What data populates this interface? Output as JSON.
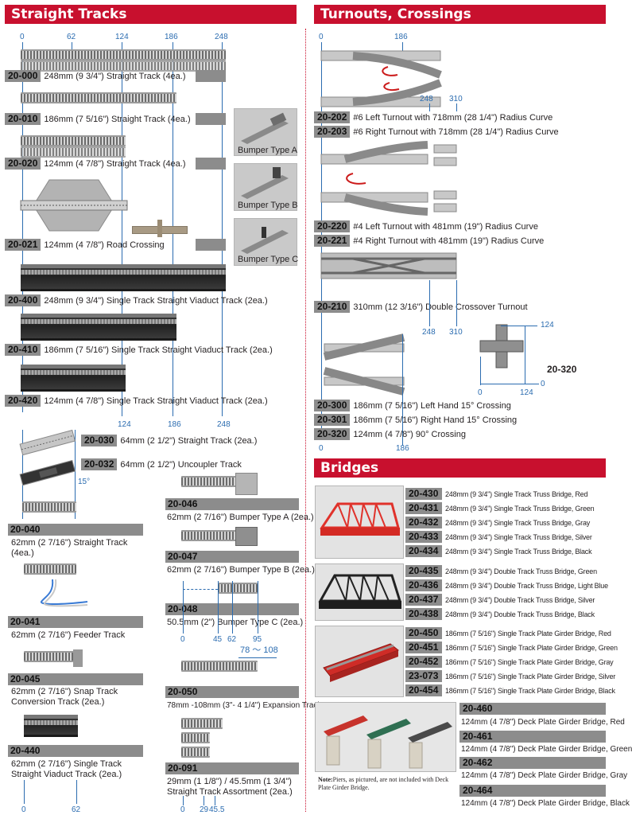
{
  "straight": {
    "header": "Straight Tracks",
    "scale_top": [
      "0",
      "62",
      "124",
      "186",
      "248"
    ],
    "scale_mid": [
      "124",
      "186",
      "248"
    ],
    "scale_bottom": [
      "0",
      "62"
    ],
    "items": {
      "i20000": {
        "code": "20-000",
        "desc": "248mm (9 3/4\") Straight Track (4ea.)"
      },
      "i20010": {
        "code": "20-010",
        "desc": "186mm (7 5/16\") Straight Track (4ea.)"
      },
      "i20020": {
        "code": "20-020",
        "desc": "124mm (4 7/8\") Straight Track (4ea.)"
      },
      "i20021": {
        "code": "20-021",
        "desc": "124mm (4 7/8\") Road Crossing"
      },
      "i20400": {
        "code": "20-400",
        "desc": "248mm (9 3/4\") Single Track Straight Viaduct Track (2ea.)"
      },
      "i20410": {
        "code": "20-410",
        "desc": "186mm (7 5/16\") Single Track Straight Viaduct Track (2ea.)"
      },
      "i20420": {
        "code": "20-420",
        "desc": "124mm (4 7/8\") Single Track Straight Viaduct Track (2ea.)"
      },
      "i20030": {
        "code": "20-030",
        "desc": "64mm (2 1/2\") Straight Track (2ea.)"
      },
      "i20032": {
        "code": "20-032",
        "desc": "64mm (2 1/2\") Uncoupler Track"
      },
      "angle": "15°",
      "i20040": {
        "code": "20-040",
        "desc1": "62mm (2 7/16\") Straight Track",
        "desc2": "(4ea.)"
      },
      "i20041": {
        "code": "20-041",
        "desc": "62mm (2 7/16\") Feeder Track"
      },
      "i20045": {
        "code": "20-045",
        "desc1": "62mm (2 7/16\") Snap Track",
        "desc2": "Conversion Track (2ea.)"
      },
      "i20440": {
        "code": "20-440",
        "desc1": "62mm (2 7/16\") Single Track",
        "desc2": "Straight Viaduct Track (2ea.)"
      },
      "i20046": {
        "code": "20-046",
        "desc": "62mm (2 7/16\") Bumper Type A (2ea.)"
      },
      "i20047": {
        "code": "20-047",
        "desc": "62mm (2 7/16\") Bumper Type B (2ea.)"
      },
      "i20048": {
        "code": "20-048",
        "desc": "50.5mm (2\") Bumper Type C (2ea.)"
      },
      "scale_20048": [
        "0",
        "45",
        "62",
        "95"
      ],
      "i20050": {
        "code": "20-050",
        "desc": "78mm -108mm (3\"- 4 1/4\") Expansion Track"
      },
      "range_20050": "78 〜 108",
      "i20091": {
        "code": "20-091",
        "desc1": "29mm (1 1/8\") / 45.5mm (1 3/4\")",
        "desc2": "Straight Track Assortment (2ea.)"
      },
      "scale_20091": [
        "0",
        "29",
        "45.5"
      ]
    },
    "bumpers": [
      "Bumper Type A",
      "Bumper Type B",
      "Bumper Type C"
    ]
  },
  "turnouts": {
    "header": "Turnouts, Crossings",
    "scale_a": [
      "0",
      "186"
    ],
    "scale_b": [
      "248",
      "310"
    ],
    "scale_c": [
      "248",
      "310"
    ],
    "scale_d": [
      "0",
      "186"
    ],
    "i20202": {
      "code": "20-202",
      "desc": "#6 Left Turnout with 718mm (28 1/4\") Radius Curve"
    },
    "i20203": {
      "code": "20-203",
      "desc": "#6 Right Turnout with 718mm (28 1/4\") Radius Curve"
    },
    "i20220": {
      "code": "20-220",
      "desc": "#4 Left Turnout with 481mm (19\") Radius Curve"
    },
    "i20221": {
      "code": "20-221",
      "desc": "#4 Right Turnout with 481mm (19\") Radius Curve"
    },
    "i20210": {
      "code": "20-210",
      "desc": "310mm (12 3/16\") Double Crossover Turnout"
    },
    "i20300": {
      "code": "20-300",
      "desc": "186mm (7 5/16\") Left Hand 15° Crossing"
    },
    "i20301": {
      "code": "20-301",
      "desc": "186mm (7 5/16\") Right Hand 15° Crossing"
    },
    "i20320": {
      "code": "20-320",
      "desc": "124mm (4 7/8\") 90° Crossing"
    },
    "cross90_label": "20-320",
    "cross90_scale": [
      "124",
      "0",
      "0",
      "124"
    ]
  },
  "bridges": {
    "header": "Bridges",
    "truss_single": [
      {
        "code": "20-430",
        "desc": "248mm (9 3/4\") Single Track Truss Bridge, Red"
      },
      {
        "code": "20-431",
        "desc": "248mm (9 3/4\") Single Track Truss Bridge, Green"
      },
      {
        "code": "20-432",
        "desc": "248mm (9 3/4\") Single Track Truss Bridge, Gray"
      },
      {
        "code": "20-433",
        "desc": "248mm (9 3/4\") Single Track Truss Bridge, Silver"
      },
      {
        "code": "20-434",
        "desc": "248mm (9 3/4\") Single Track Truss Bridge, Black"
      }
    ],
    "truss_double": [
      {
        "code": "20-435",
        "desc": "248mm (9 3/4\") Double Track Truss Bridge, Green"
      },
      {
        "code": "20-436",
        "desc": "248mm (9 3/4\") Double Track Truss Bridge, Light Blue"
      },
      {
        "code": "20-437",
        "desc": "248mm (9 3/4\") Double Track Truss Bridge, Silver"
      },
      {
        "code": "20-438",
        "desc": "248mm (9 3/4\") Double Track Truss Bridge, Black"
      }
    ],
    "plate": [
      {
        "code": "20-450",
        "desc": "186mm (7 5/16\") Single Track Plate Girder Bridge, Red"
      },
      {
        "code": "20-451",
        "desc": "186mm (7 5/16\") Single Track Plate Girder Bridge, Green"
      },
      {
        "code": "20-452",
        "desc": "186mm (7 5/16\") Single Track Plate Girder Bridge, Gray"
      },
      {
        "code": "23-073",
        "desc": "186mm (7 5/16\") Single Track Plate Girder Bridge, Silver"
      },
      {
        "code": "20-454",
        "desc": "186mm (7 5/16\") Single Track Plate Girder Bridge, Black"
      }
    ],
    "deck": [
      {
        "code": "20-460",
        "desc": "124mm (4 7/8\") Deck Plate Girder Bridge, Red"
      },
      {
        "code": "20-461",
        "desc": "124mm (4 7/8\") Deck Plate Girder Bridge, Green"
      },
      {
        "code": "20-462",
        "desc": "124mm (4 7/8\") Deck Plate Girder Bridge, Gray"
      },
      {
        "code": "20-464",
        "desc": "124mm (4 7/8\") Deck Plate Girder Bridge, Black"
      }
    ],
    "note_bold": "Note:",
    "note_text": "Piers, as pictured, are not included with Deck Plate Girder Bridge."
  },
  "colors": {
    "header_red": "#c8102e",
    "code_grey": "#8c8c8c",
    "scale_blue": "#2b6cb0"
  }
}
